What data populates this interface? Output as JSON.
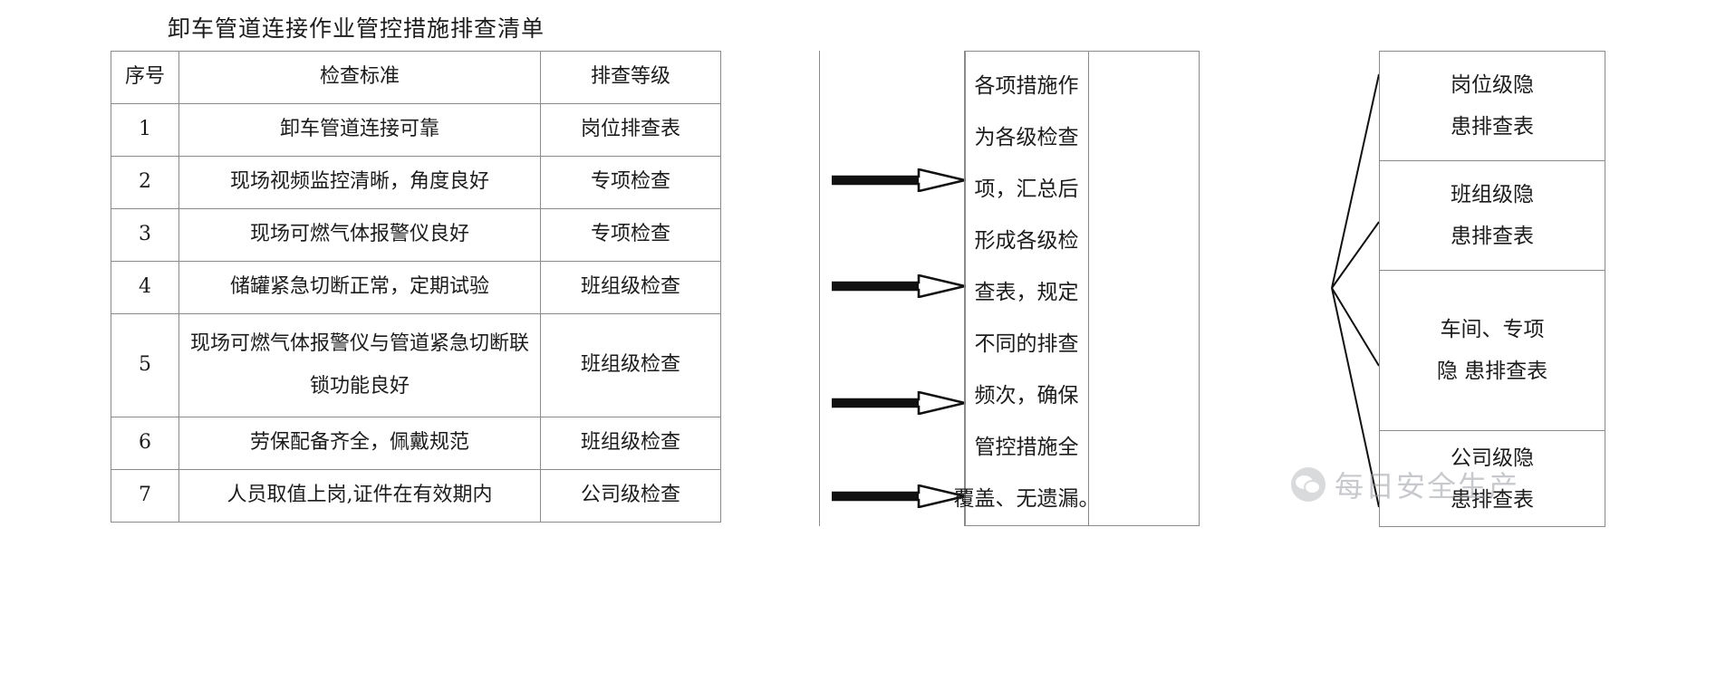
{
  "document": {
    "title": "卸车管道连接作业管控措施排查清单"
  },
  "checklist": {
    "headers": {
      "no": "序号",
      "standard": "检查标准",
      "level": "排查等级"
    },
    "rows": [
      {
        "no": "1",
        "standard": "卸车管道连接可靠",
        "level": "岗位排查表",
        "wrapped": false
      },
      {
        "no": "2",
        "standard": "现场视频监控清晰，角度良好",
        "level": "专项检查",
        "wrapped": false
      },
      {
        "no": "3",
        "standard": "现场可燃气体报警仪良好",
        "level": "专项检查",
        "wrapped": false
      },
      {
        "no": "4",
        "standard": "储罐紧急切断正常，定期试验",
        "level": "班组级检查",
        "wrapped": false
      },
      {
        "no": "5",
        "standard": "现场可燃气体报警仪与管道紧急切断联锁功能良好",
        "level": "班组级检查",
        "wrapped": true
      },
      {
        "no": "6",
        "standard": "劳保配备齐全，佩戴规范",
        "level": "班组级检查",
        "wrapped": false
      },
      {
        "no": "7",
        "standard": "人员取值上岗,证件在有效期内",
        "level": "公司级检查",
        "wrapped": false
      }
    ]
  },
  "summary": {
    "full_text": "各项措施作为各级检查项，汇总后形成各级检查表，规定不同的排查频次，确保管控措施全覆盖、无遗漏。",
    "lines": [
      "各项措施作",
      "为各级检查",
      "项，汇总后",
      "形成各级检",
      "查表，规定",
      "不同的排查",
      "频次，确保",
      "管控措施全",
      "覆盖、无遗漏。"
    ]
  },
  "outputs": {
    "items": [
      {
        "line1": "岗位级隐",
        "line2": "患排查表"
      },
      {
        "line1": "班组级隐",
        "line2": "患排查表"
      },
      {
        "line1": "车间、专项",
        "line2": "隐 患排查表"
      },
      {
        "line1": "公司级隐",
        "line2": "患排查表"
      }
    ]
  },
  "arrows": {
    "count": 4,
    "icon": "block-arrow-right-icon"
  },
  "watermark": {
    "text": "每日安全生产",
    "logo_icon": "wechat-logo-icon"
  },
  "colors": {
    "ink": "#1c1c1c",
    "rule": "#8a8a8a",
    "watermark": "#9b9ea3",
    "page": "#ffffff"
  }
}
